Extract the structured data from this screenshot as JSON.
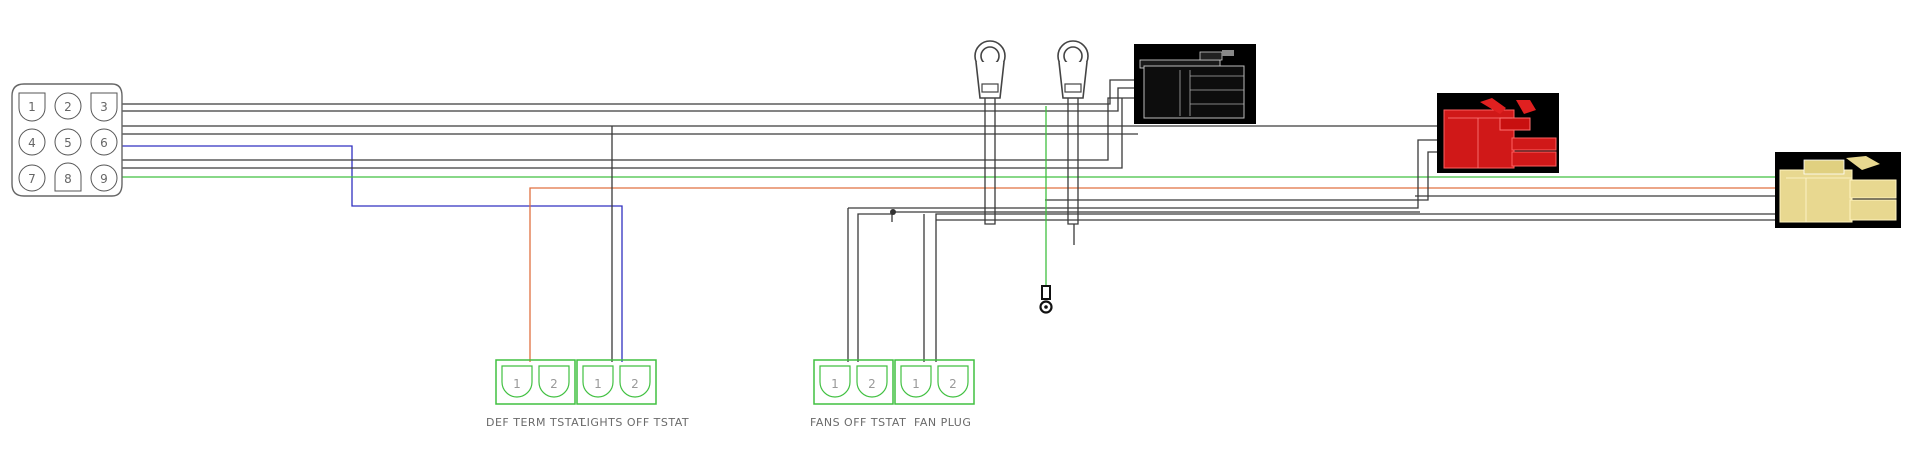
{
  "harness_connector": {
    "pins": [
      "1",
      "2",
      "3",
      "4",
      "5",
      "6",
      "7",
      "8",
      "9"
    ]
  },
  "terminal_blocks": [
    {
      "label": "DEF  TERM  TSTAT",
      "pins": [
        "1",
        "2"
      ]
    },
    {
      "label": "LIGHTS  OFF  TSTAT",
      "pins": [
        "1",
        "2"
      ]
    },
    {
      "label": "FANS  OFF  TSTAT",
      "pins": [
        "1",
        "2"
      ]
    },
    {
      "label": "FAN  PLUG",
      "pins": [
        "1",
        "2"
      ]
    }
  ],
  "wire_colors": {
    "black": "#3a3a3a",
    "blue": "#3030c0",
    "green": "#40c040",
    "orange": "#e07040"
  },
  "connector_colors": {
    "black_connector": "#101010",
    "red_connector": "#d01818",
    "yellow_connector": "#e8d890"
  },
  "icons": [
    "ring-terminal-icon",
    "ground-terminal-icon"
  ]
}
